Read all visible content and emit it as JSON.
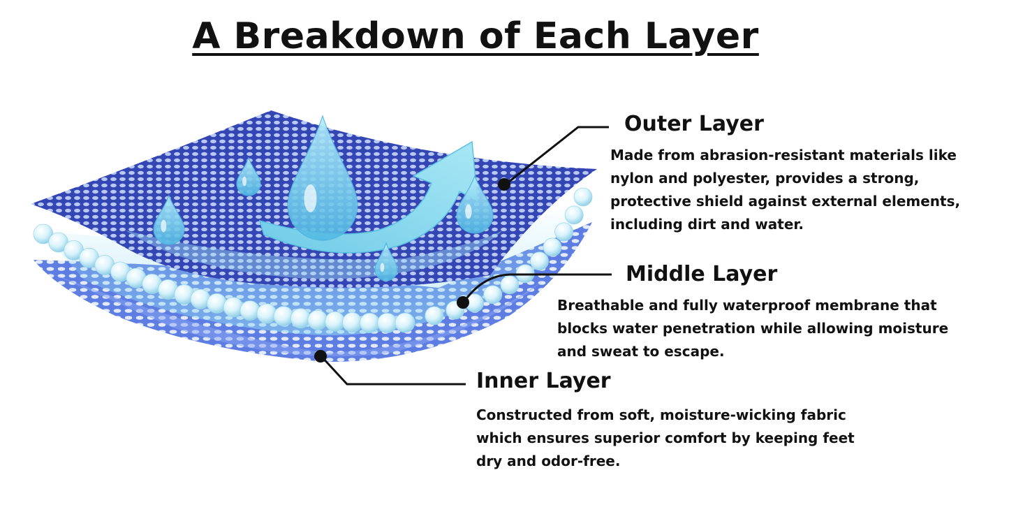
{
  "title": "A Breakdown of Each Layer",
  "layers": [
    {
      "heading": "Outer Layer",
      "description": [
        "Made from abrasion-resistant materials like",
        "nylon and polyester, provides a strong,",
        "protective shield against external elements,",
        "including dirt and water."
      ]
    },
    {
      "heading": "Middle Layer",
      "description": [
        "Breathable and fully waterproof membrane that",
        "blocks water penetration while allowing moisture",
        "and sweat to escape."
      ]
    },
    {
      "heading": "Inner Layer",
      "description": [
        "Constructed from soft, moisture-wicking fabric",
        "which ensures superior comfort by keeping feet",
        "dry and odor-free."
      ]
    }
  ],
  "colors": {
    "text": "#111111",
    "outer_layer": "#3b50c2",
    "middle_layer": "#b9e7f5",
    "inner_layer": "#5a7fe6",
    "water": "#7fd3f0",
    "arrow": "#8fdcef",
    "leader_line": "#111111"
  },
  "icons": [
    "water-drop-icon",
    "upward-arrow-icon"
  ]
}
